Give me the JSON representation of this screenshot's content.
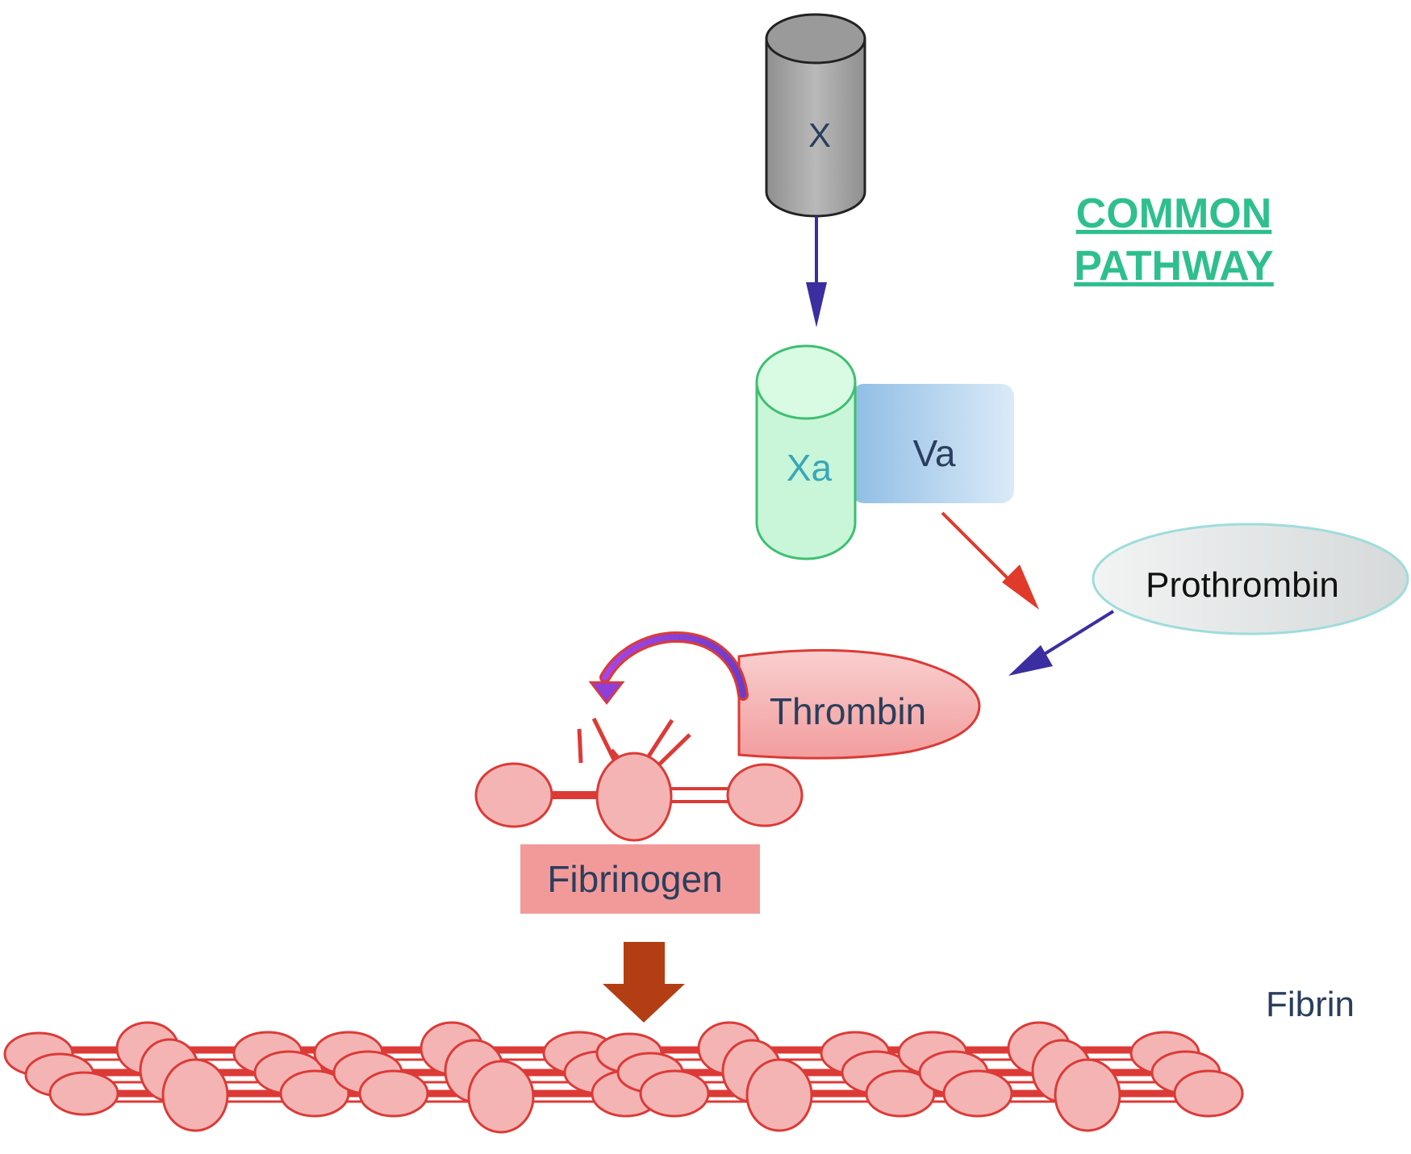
{
  "title": {
    "line1": "COMMON",
    "line2": "PATHWAY",
    "color": "#2fbf8f"
  },
  "nodes": {
    "x": "X",
    "xa": "Xa",
    "va": "Va",
    "prothrombin": "Prothrombin",
    "thrombin": "Thrombin",
    "fibrinogen": "Fibrinogen",
    "fibrin": "Fibrin"
  },
  "colors": {
    "label_dark": "#2b3e5c",
    "arrow_blue": "#3a2ea0",
    "arrow_red": "#e03a2a",
    "arrow_brown": "#b33e14",
    "fibrin_fill": "#f4b4b4",
    "fibrin_stroke": "#dc3a36",
    "xa_fill": "#c9f6d8",
    "xa_stroke": "#3cc070",
    "x_fill": "#a8a8a8"
  }
}
